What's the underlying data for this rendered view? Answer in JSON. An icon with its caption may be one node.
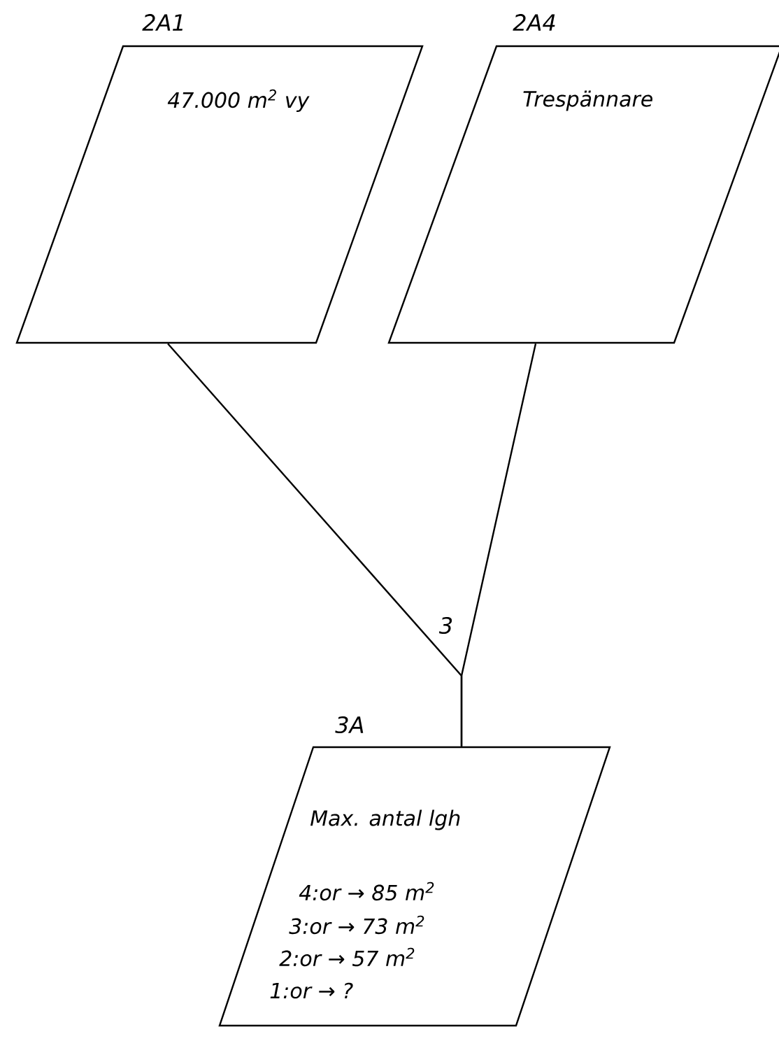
{
  "diagram": {
    "nodes": [
      {
        "text": [
          "2A1",
          "47.000 m$^{2}$ vy"
        ]
      },
      {
        "text": [
          "2A4",
          "Trespännare"
        ]
      },
      {
        "text": [
          "3A",
          "Max. antal lgh",
          "4:or → 85 m$^{2}$",
          "3:or → 73 m$^{2}$",
          "2:or → 57 m$^{2}$",
          "1:or → ?"
        ]
      }
    ],
    "edges": [
      {
        "from": 0,
        "to": 2,
        "arrow": "none",
        "label": "3"
      },
      {
        "from": 1,
        "to": 2,
        "arrow": "none"
      }
    ]
  }
}
